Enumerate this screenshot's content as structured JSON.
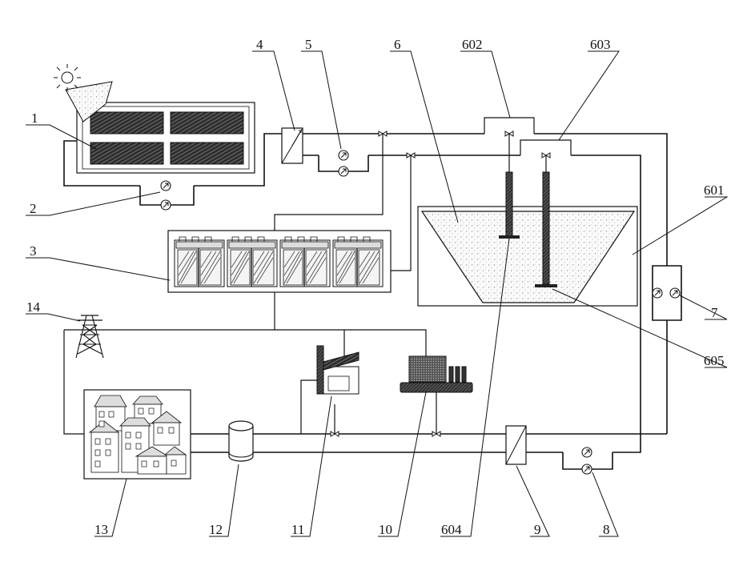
{
  "labels": {
    "l1": "1",
    "l2": "2",
    "l3": "3",
    "l4": "4",
    "l5": "5",
    "l6": "6",
    "l7": "7",
    "l8": "8",
    "l9": "9",
    "l10": "10",
    "l11": "11",
    "l12": "12",
    "l13": "13",
    "l14": "14",
    "l601": "601",
    "l602": "602",
    "l603": "603",
    "l604": "604",
    "l605": "605"
  }
}
